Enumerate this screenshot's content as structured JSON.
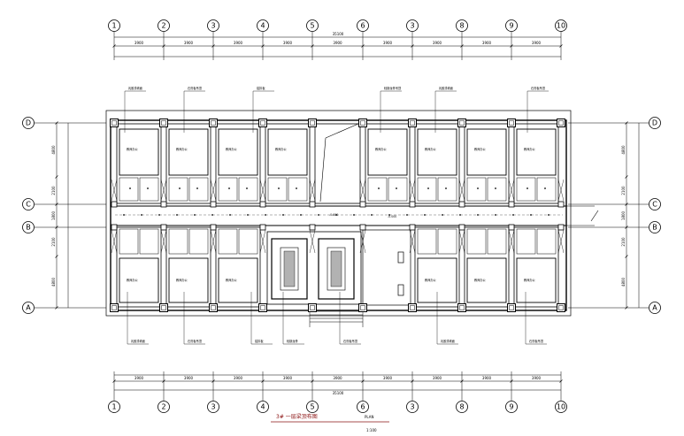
{
  "drawing": {
    "title": "3# 一层梁顶布图",
    "subtitle": "PLAN",
    "scale": "1:100"
  },
  "axes": {
    "columns": [
      "1",
      "2",
      "3",
      "4",
      "5",
      "6",
      "3",
      "8",
      "9",
      "10"
    ],
    "rows": [
      "D",
      "C",
      "B",
      "A"
    ]
  },
  "dimensions": {
    "top_bays": [
      "3900",
      "3900",
      "3900",
      "3900",
      "3900",
      "3900",
      "3900",
      "3900",
      "3900"
    ],
    "top_total": "35100",
    "bottom_bays": [
      "3900",
      "3900",
      "3900",
      "3900",
      "3900",
      "3900",
      "3900",
      "3900",
      "3900"
    ],
    "bottom_total": "35100",
    "left_bays": [
      "4800",
      "2100",
      "1800",
      "2100",
      "4800"
    ],
    "right_bays": [
      "4800",
      "2100",
      "1800",
      "2100",
      "4800"
    ]
  },
  "levels": {
    "corridor_left": "-0.000",
    "corridor_right": "-0.000"
  },
  "rooms": {
    "top": [
      "教师办公",
      "教师办公",
      "教师办公",
      "教师办公",
      "教师办公",
      "教师办公",
      "教师办公"
    ],
    "bottom": [
      "教师办公",
      "教师办公",
      "教师办公",
      "教师办公",
      "教师办公"
    ]
  },
  "annotations": {
    "top": [
      "乳胶漆墙面",
      "石膏板吊顶",
      "铝扣板",
      "轻钢龙骨吊顶",
      "乳胶漆墙面",
      "石膏板吊顶"
    ],
    "bottom": [
      "乳胶漆墙面",
      "石膏板吊顶",
      "铝扣板",
      "轻钢龙骨",
      "石膏板吊顶",
      "乳胶漆墙面",
      "石膏板吊顶"
    ]
  }
}
